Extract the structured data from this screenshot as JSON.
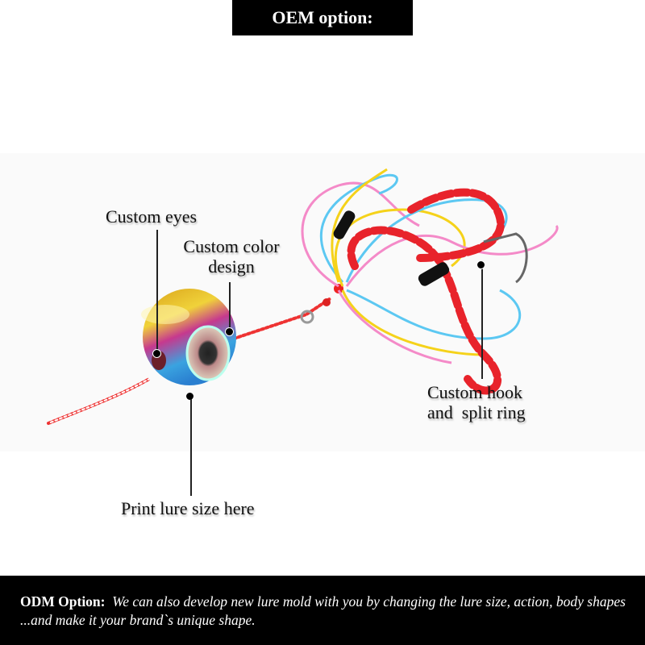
{
  "header": {
    "title": "OEM option:"
  },
  "callouts": {
    "eyes": "Custom eyes",
    "color_line1": "Custom color",
    "color_line2": "design",
    "hook_line1": "Custom hook",
    "hook_line2": "and  split ring",
    "size": "Print lure size here"
  },
  "footer": {
    "label": "ODM Option:",
    "text": "We can also develop new lure mold with you by changing the lure size, action, body shapes ...and  make it your brand`s unique shape."
  },
  "colors": {
    "lure_head_top": "#e7b21c",
    "lure_head_mid": "#d23a8e",
    "lure_head_bottom": "#3fa7e0",
    "skirt_red": "#e8232b",
    "skirt_pink": "#f48ac8",
    "skirt_blue": "#5cc8f2",
    "skirt_yellow": "#f5d21a"
  }
}
